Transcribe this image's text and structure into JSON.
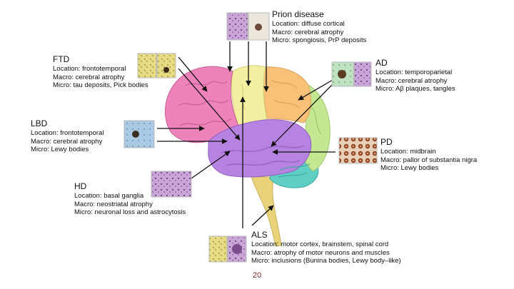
{
  "colors": {
    "frontal": "#ee82bb",
    "parietal_central": "#f2efa0",
    "parietal": "#f9c178",
    "temporal": "#b783e2",
    "occipital": "#c4e891",
    "cerebellum": "#5fcfc6",
    "brainstem": "#e8d27a",
    "arrow": "#111111",
    "slide_number": "#7a2a2a"
  },
  "diseases": [
    {
      "key": "prion",
      "title": "Prion disease",
      "location": "Location: diffuse cortical",
      "macro": "Macro: cerebral atrophy",
      "micro": "Micro: spongiosis, PrP deposits"
    },
    {
      "key": "ftd",
      "title": "FTD",
      "location": "Location: frontotemporal",
      "macro": "Macro: cerebral atrophy",
      "micro": "Micro: tau deposits, Pick bodies"
    },
    {
      "key": "ad",
      "title": "AD",
      "location": "Location: temporoparietal",
      "macro": "Macro: cerebral atrophy",
      "micro": "Micro: Aβ plaques, tangles"
    },
    {
      "key": "lbd",
      "title": "LBD",
      "location": "Location: frontotemporal",
      "macro": "Macro: cerebral atrophy",
      "micro": "Micro: Lewy bodies"
    },
    {
      "key": "pd",
      "title": "PD",
      "location": "Location: midbrain",
      "macro": "Macro: pallor of substantia nigra",
      "micro": "Micro: Lewy bodies"
    },
    {
      "key": "hd",
      "title": "HD",
      "location": "Location: basal ganglia",
      "macro": "Macro: neostriatal atrophy",
      "micro": "Micro: neuronal loss and astrocytosis"
    },
    {
      "key": "als",
      "title": "ALS",
      "location": "Location: motor cortex, brainstem, spinal cord",
      "macro": "Macro: atrophy of motor neurons and muscles",
      "micro": "Micro: inclusions (Bunina bodies, Lewy body–like)"
    }
  ],
  "slide_number": "20"
}
